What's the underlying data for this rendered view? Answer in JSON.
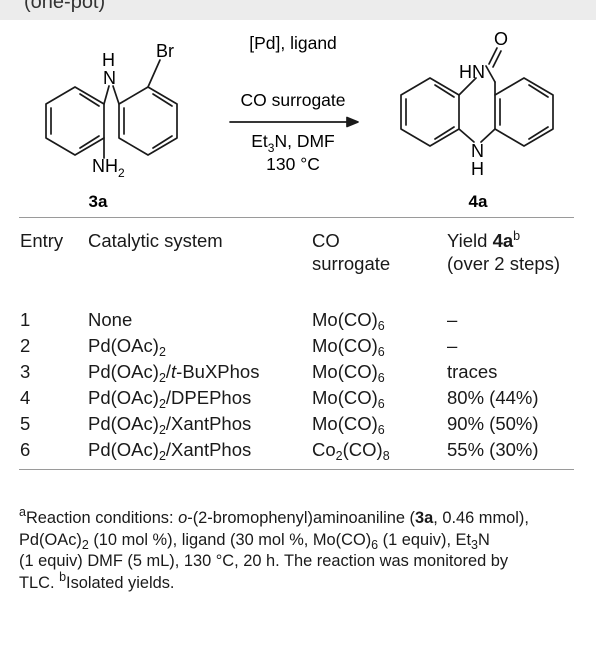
{
  "header_fragment": "(one-pot)",
  "scheme": {
    "atom_br": "Br",
    "atom_h": "H",
    "atom_n": "N",
    "atom_nh": "NH",
    "atom_nh_sub": "2",
    "compound_left": "3a",
    "compound_right": "4a",
    "arrow_above_1": "[Pd], ligand",
    "arrow_above_2": "CO surrogate",
    "arrow_below_1_pre": "Et",
    "arrow_below_1_sub": "3",
    "arrow_below_1_post": "N, DMF",
    "arrow_below_2": "130 °C",
    "product_hn": "HN",
    "product_o": "O",
    "product_n": "N",
    "product_h": "H"
  },
  "table": {
    "headers": {
      "entry": "Entry",
      "catalytic": "Catalytic system",
      "co_line1": "CO",
      "co_line2": "surrogate",
      "yield_pre": "Yield ",
      "yield_bold": "4a",
      "yield_sup": "b",
      "yield_line2": "(over 2 steps)"
    },
    "rows": [
      {
        "entry": "1",
        "cat": "None",
        "cat_sub": "",
        "cat_post": "",
        "cat_italic": "",
        "cat_tail": "",
        "co": "Mo(CO)",
        "co_sub": "6",
        "co_tail": "",
        "yield": "–"
      },
      {
        "entry": "2",
        "cat": "Pd(OAc)",
        "cat_sub": "2",
        "cat_post": "",
        "cat_italic": "",
        "cat_tail": "",
        "co": "Mo(CO)",
        "co_sub": "6",
        "co_tail": "",
        "yield": "–"
      },
      {
        "entry": "3",
        "cat": "Pd(OAc)",
        "cat_sub": "2",
        "cat_post": "/",
        "cat_italic": "t",
        "cat_tail": "-BuXPhos",
        "co": "Mo(CO)",
        "co_sub": "6",
        "co_tail": "",
        "yield": "traces"
      },
      {
        "entry": "4",
        "cat": "Pd(OAc)",
        "cat_sub": "2",
        "cat_post": "/DPEPhos",
        "cat_italic": "",
        "cat_tail": "",
        "co": "Mo(CO)",
        "co_sub": "6",
        "co_tail": "",
        "yield": "80% (44%)"
      },
      {
        "entry": "5",
        "cat": "Pd(OAc)",
        "cat_sub": "2",
        "cat_post": "/XantPhos",
        "cat_italic": "",
        "cat_tail": "",
        "co": "Mo(CO)",
        "co_sub": "6",
        "co_tail": "",
        "yield": "90% (50%)"
      },
      {
        "entry": "6",
        "cat": "Pd(OAc)",
        "cat_sub": "2",
        "cat_post": "/XantPhos",
        "cat_italic": "",
        "cat_tail": "",
        "co": "Co",
        "co_sub": "2",
        "co_tail": "(CO)",
        "co_sub2": "8",
        "yield": "55% (30%)"
      }
    ]
  },
  "footnotes": {
    "a_marker": "a",
    "a_line1_pre": "Reaction conditions: ",
    "a_line1_italic": "o",
    "a_line1_mid": "-(2-bromophenyl)aminoaniline (",
    "a_line1_bold": "3a",
    "a_line1_post": ", 0.46 mmol),",
    "a_line2_pre": "Pd(OAc)",
    "a_line2_sub": "2",
    "a_line2_mid": " (10 mol %), ligand (30 mol %, Mo(CO)",
    "a_line2_sub2": "6",
    "a_line2_post": " (1 equiv), Et",
    "a_line2_sub3": "3",
    "a_line2_end": "N",
    "a_line3": "(1 equiv) DMF (5 mL), 130 °C, 20 h. The reaction was monitored by",
    "a_line4_pre": "TLC. ",
    "b_marker": "b",
    "b_text": "Isolated yields."
  }
}
